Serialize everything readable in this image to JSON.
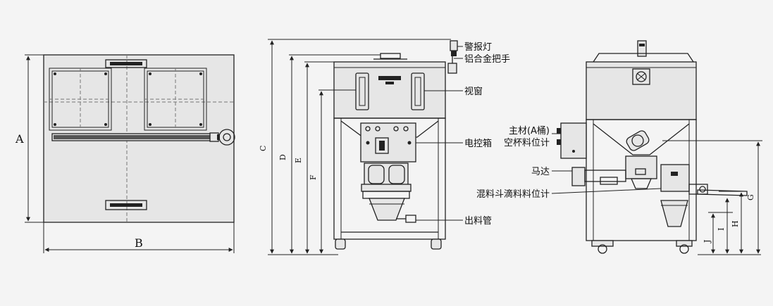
{
  "left_view": {
    "dim_a": "A",
    "dim_b": "B"
  },
  "front_view": {
    "dim_c": "C",
    "dim_d": "D",
    "dim_e": "E",
    "dim_f": "F",
    "callouts": {
      "alarm_light": "警报灯",
      "handle": "铝合金把手",
      "window": "视窗",
      "control_box": "电控箱",
      "outlet_pipe": "出料管"
    }
  },
  "side_view": {
    "dim_g": "G",
    "dim_h": "H",
    "dim_i": "I",
    "dim_j": "J",
    "callouts": {
      "material_sensor_line1": "主材(A桶)",
      "material_sensor_line2": "空杯料位计",
      "motor": "马达",
      "hopper_sensor": "混料斗滴料料位计"
    }
  },
  "colors": {
    "background": "#f4f4f4",
    "line": "#222222",
    "panel": "#e6e6e6"
  }
}
